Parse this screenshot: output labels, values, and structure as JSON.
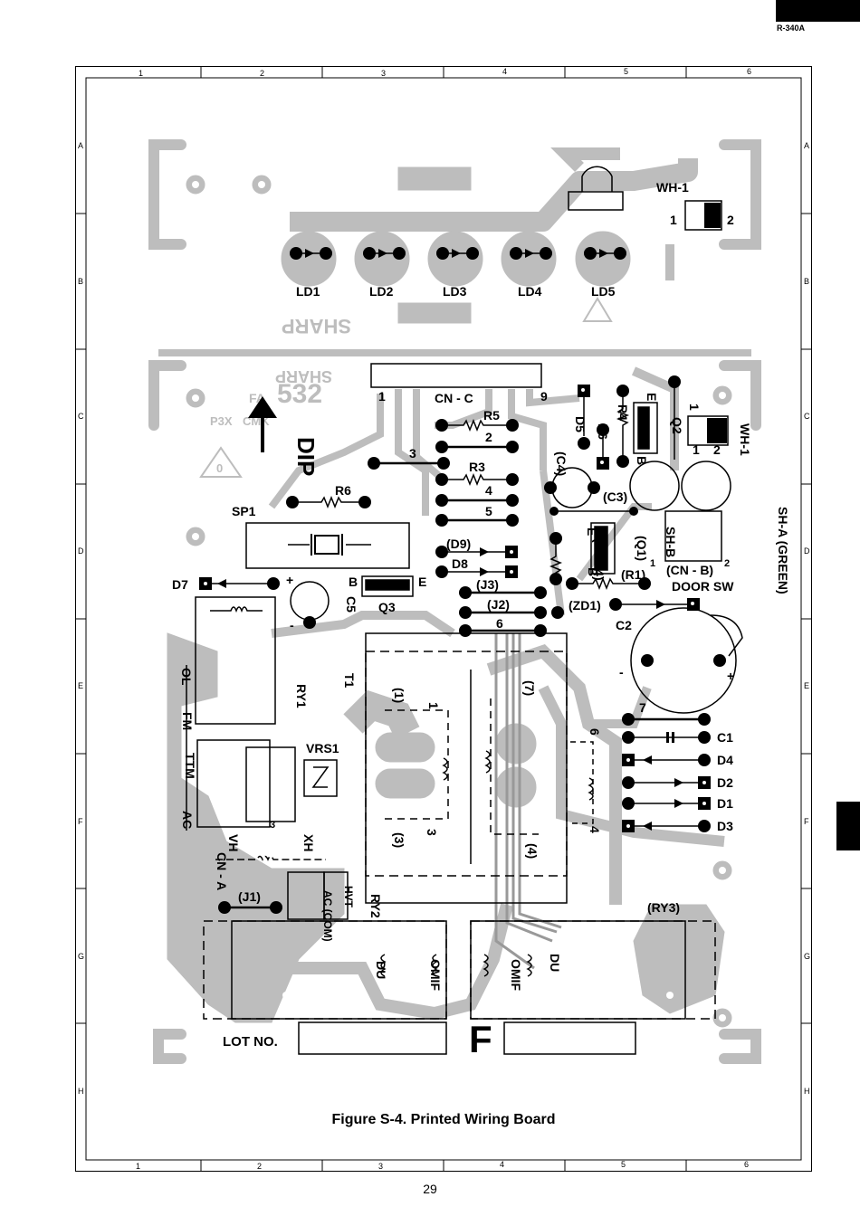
{
  "model": "R-340A",
  "page_number": "29",
  "caption": "Figure S-4. Printed Wiring Board",
  "grid": {
    "columns": [
      "1",
      "2",
      "3",
      "4",
      "5",
      "6"
    ],
    "rows": [
      "A",
      "B",
      "C",
      "D",
      "E",
      "F",
      "G",
      "H"
    ]
  },
  "components": {
    "wh1_top": "WH-1",
    "wh1_top_p1": "1",
    "wh1_top_p2": "2",
    "ld1": "LD1",
    "ld2": "LD2",
    "ld3": "LD3",
    "ld4": "LD4",
    "ld5": "LD5",
    "cnc": "CN - C",
    "cnc_p1": "1",
    "cnc_p9": "9",
    "dip": "DIP",
    "r5": "R5",
    "j2n": "2",
    "j3n": "3",
    "r3": "R3",
    "j4n": "4",
    "j5n": "5",
    "r6": "R6",
    "sp1": "SP1",
    "c4": "(C4)",
    "d5": "D5",
    "d6": "D6",
    "r4": "R4",
    "q2": "Q2",
    "e_q2": "E",
    "b_q2": "B",
    "one": "1",
    "wh1_side": "WH-1",
    "wh1_side_p1": "1",
    "wh1_side_p2": "2",
    "sha": "SH-A (GREEN)",
    "shb": "SH-B",
    "cnb": "(CN - B)",
    "cnb_p1": "1",
    "cnb_p2": "2",
    "c3": "(C3)",
    "r2j4": "(R2/J4)",
    "q1": "(Q1)",
    "e_q1": "E",
    "b_q1": "B",
    "r1": "(R1)",
    "door_sw": "DOOR SW",
    "zd1": "(ZD1)",
    "d9": "(D9)",
    "d8": "D8",
    "j3": "(J3)",
    "j2": "(J2)",
    "j6n": "6",
    "d7": "D7",
    "plus": "+",
    "minus": "-",
    "c5": "C5",
    "b_q3": "B",
    "e_q3": "E",
    "q3": "Q3",
    "c2": "C2",
    "ol": "OL",
    "fm": "FM",
    "ttm": "TTM",
    "ac": "AC",
    "ry1": "RY1",
    "t1": "T1",
    "vrs1": "VRS1",
    "vh": "VH",
    "xh": "XH",
    "three": "3",
    "cna": "CN - A",
    "t1_1": "(1)",
    "t1_1b": "1",
    "t1_3": "(3)",
    "t1_3b": "3",
    "t1_7": "(7)",
    "t1_4": "(4)",
    "t1_6": "6",
    "t1_4b": "4",
    "seven": "7",
    "c1": "C1",
    "d4": "D4",
    "d2": "D2",
    "d1": "D1",
    "d3": "D3",
    "j1": "(J1)",
    "ac_com": "AC (COM)",
    "hvt": "HVT",
    "ry2": "RY2",
    "ry3": "(RY3)",
    "du": "DU",
    "omif": "OMIF",
    "lot_no": "LOT NO.",
    "f_mark": "F",
    "silk_sharp": "SHARP",
    "silk_fa": "FA",
    "silk_532": "532",
    "silk_cmk": "CMK",
    "silk_p3x": "P3X",
    "silk_0": "0"
  },
  "colors": {
    "copper": "#bdbdbd",
    "ink": "#000000",
    "paper": "#ffffff"
  }
}
